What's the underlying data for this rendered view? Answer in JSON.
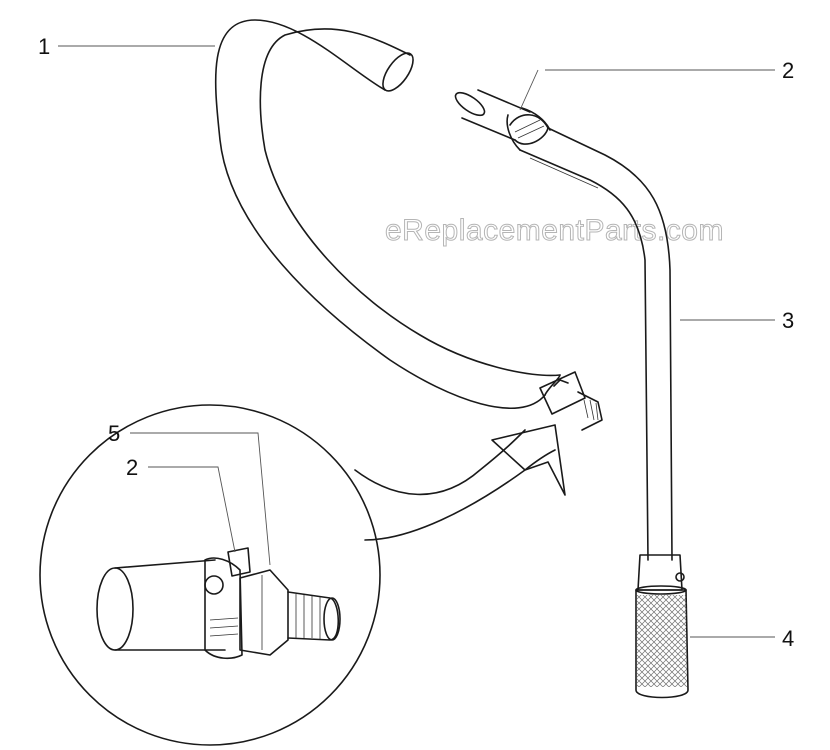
{
  "watermark": "eReplacementParts.com",
  "callouts": {
    "hose": "1",
    "clamp_top": "2",
    "tube": "3",
    "filter": "4",
    "fitting_detail": "5",
    "clamp_detail": "2"
  },
  "colors": {
    "line": "#1a1a1a",
    "leader": "#555555",
    "background": "#ffffff",
    "watermark_outline": "#b5b5b5"
  }
}
